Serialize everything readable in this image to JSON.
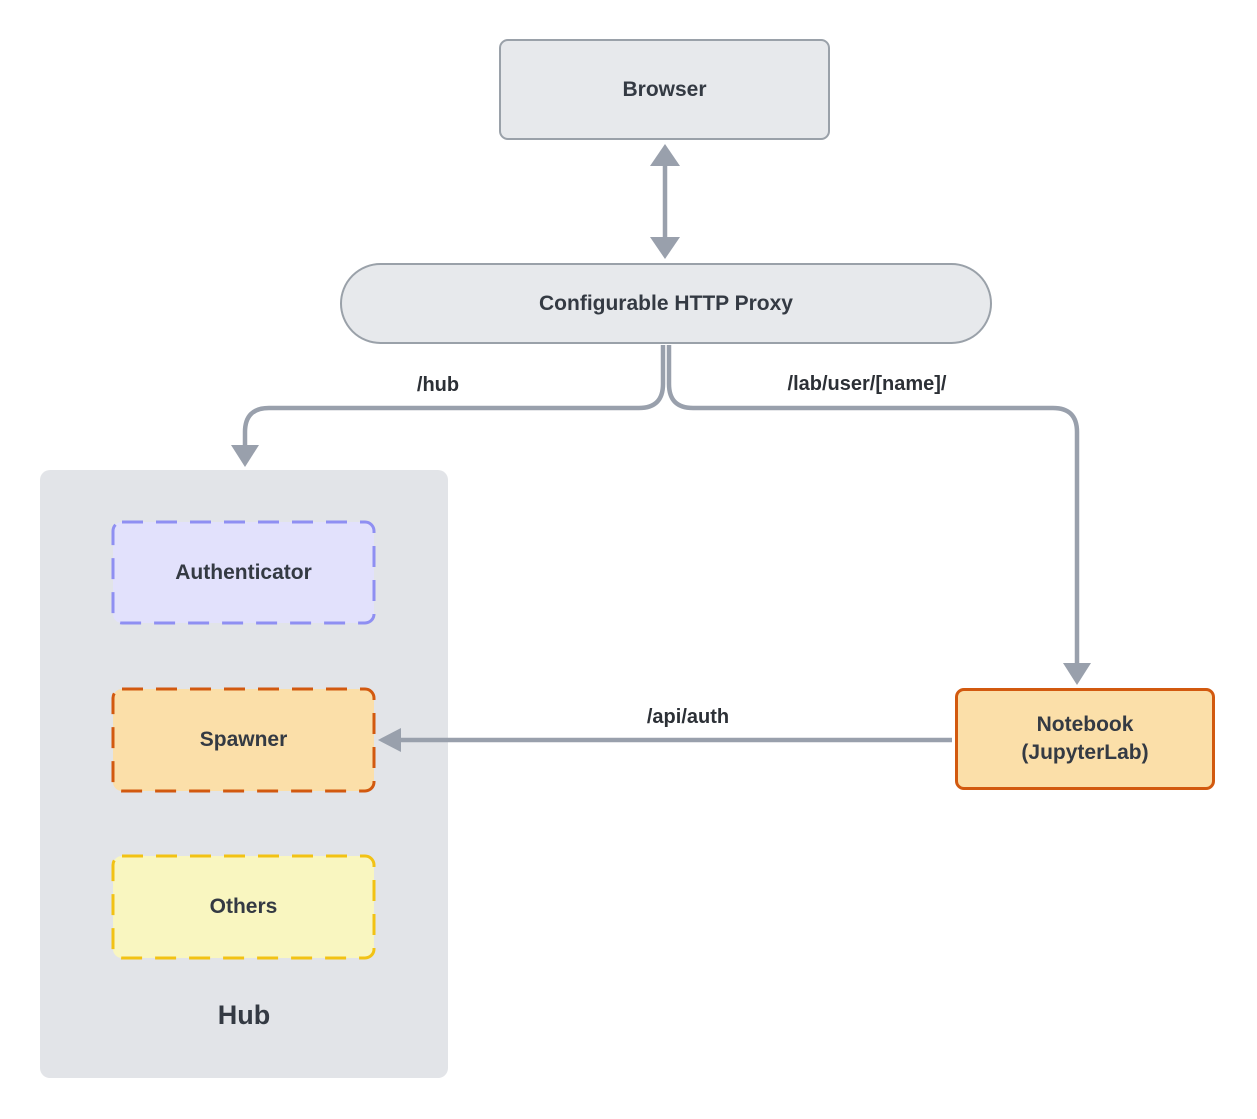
{
  "nodes": {
    "browser": {
      "label": "Browser"
    },
    "proxy": {
      "label": "Configurable HTTP Proxy"
    },
    "hub": {
      "label": "Hub"
    },
    "authenticator": {
      "label": "Authenticator"
    },
    "spawner": {
      "label": "Spawner"
    },
    "others": {
      "label": "Others"
    },
    "notebook": {
      "label": "Notebook",
      "sublabel": "(JupyterLab)"
    }
  },
  "edges": {
    "browser_proxy": {
      "label": "",
      "direction": "bidirectional"
    },
    "proxy_to_hub": {
      "label": "/hub",
      "direction": "proxy to hub"
    },
    "proxy_to_notebook": {
      "label": "/lab/user/[name]/",
      "direction": "proxy to notebook"
    },
    "notebook_to_spawner": {
      "label": "/api/auth",
      "direction": "notebook to spawner"
    }
  },
  "colors": {
    "connector": "#99a0ac",
    "gray_node_fill": "#e7e9ec",
    "gray_node_border": "#9aa1a9",
    "hub_container_fill": "#e2e4e8",
    "authenticator_fill": "#e2e1fc",
    "authenticator_border": "#8f8ff2",
    "spawner_fill": "#fbdfa9",
    "spawner_border": "#d2590f",
    "others_fill": "#f9f6c0",
    "others_border": "#f2c214",
    "notebook_fill": "#fbdfa9",
    "notebook_border": "#d2590f",
    "text": "#343a43"
  }
}
